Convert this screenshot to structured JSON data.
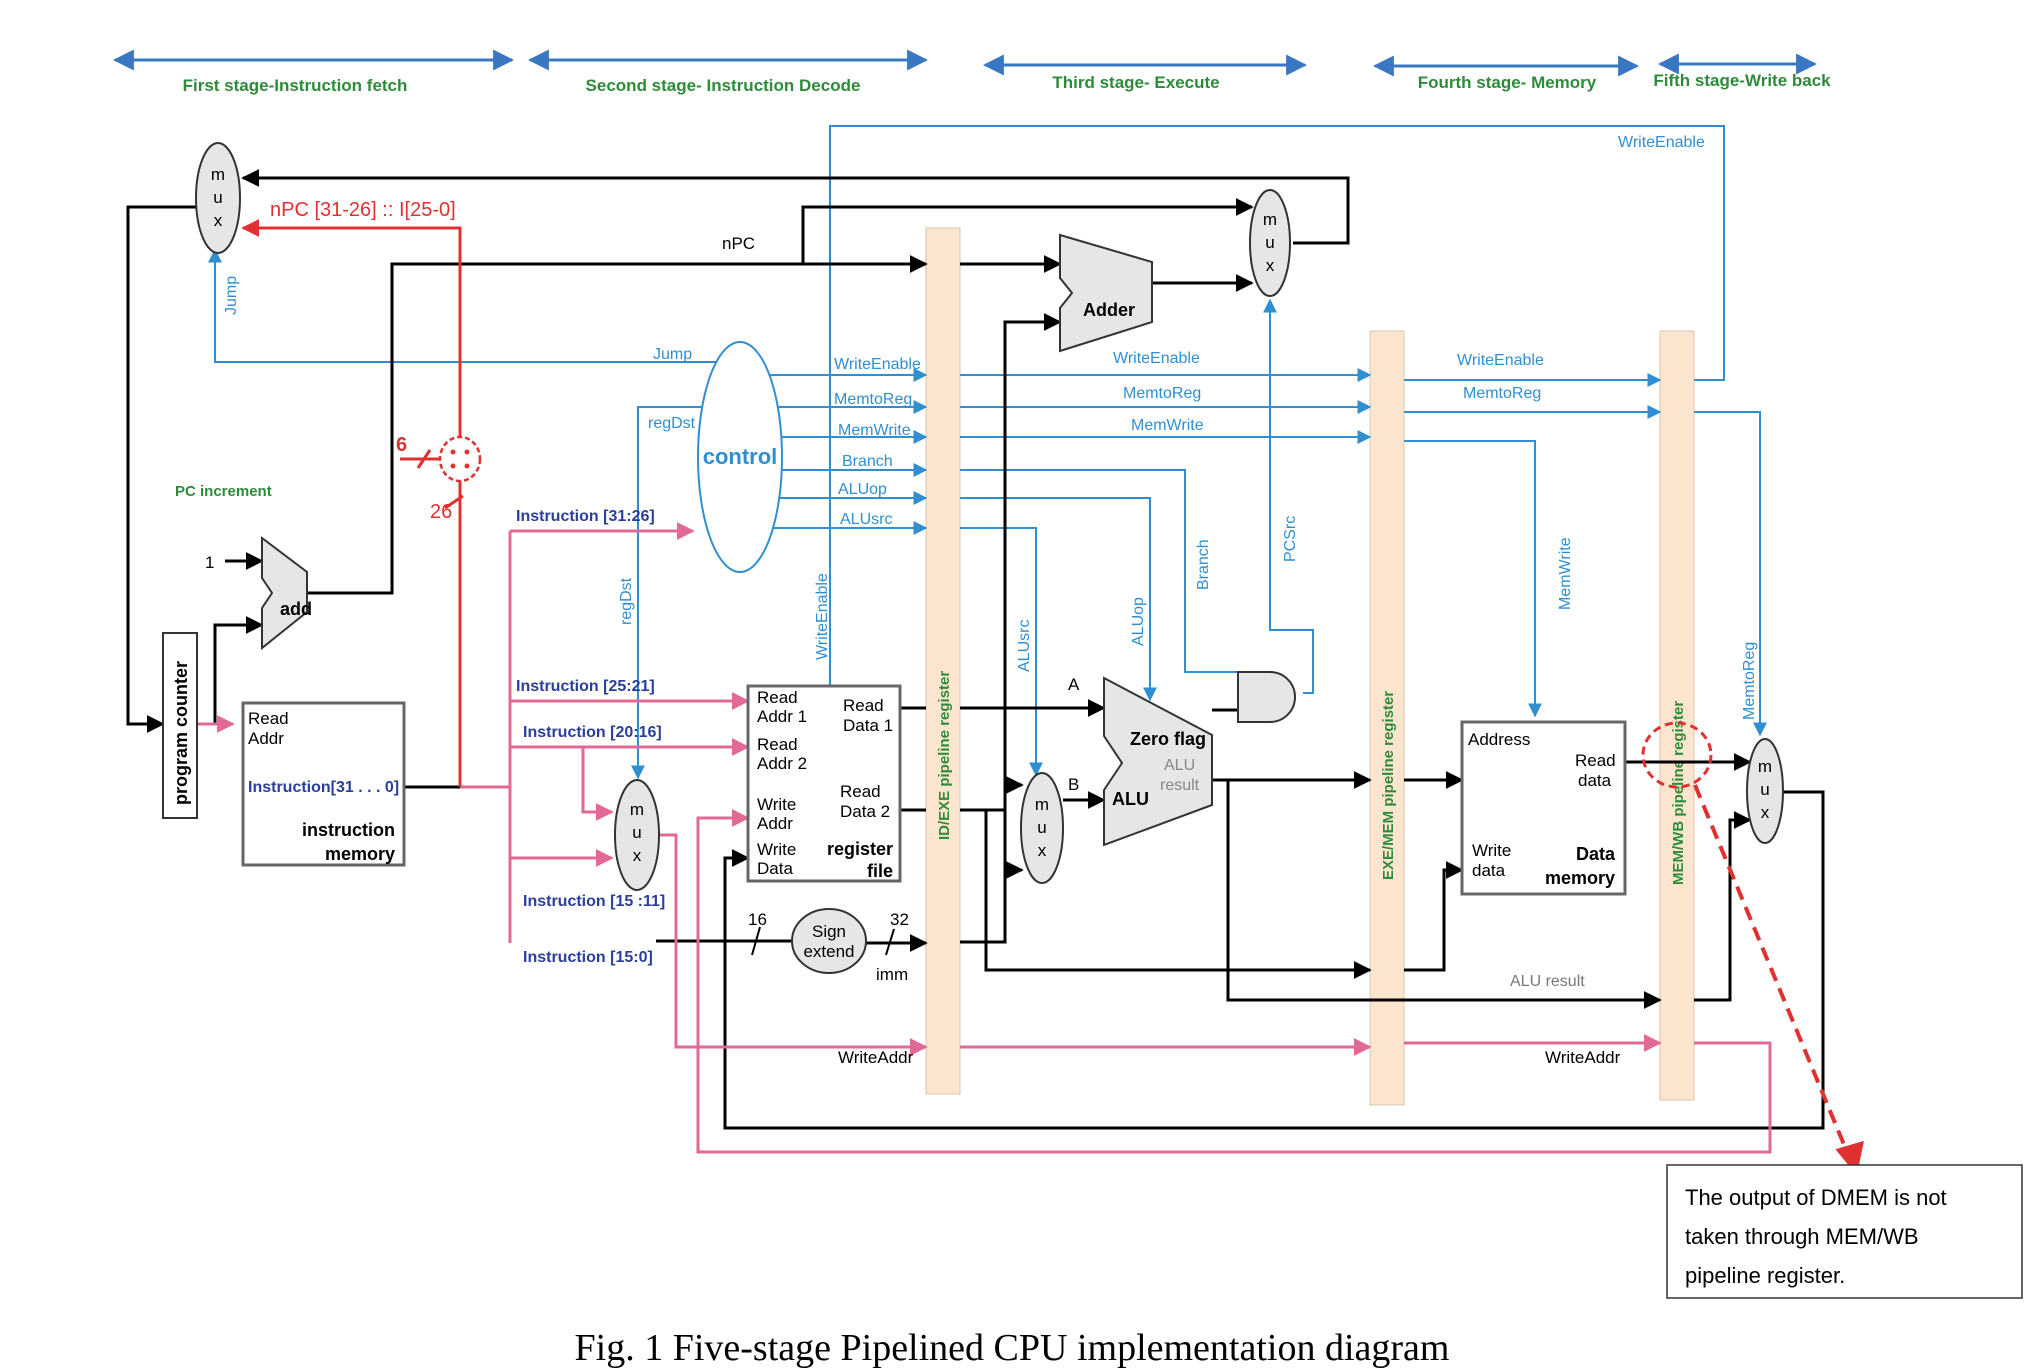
{
  "stages": {
    "fetch": "First stage-Instruction fetch",
    "decode": "Second stage- Instruction Decode",
    "execute": "Third stage- Execute",
    "memory": "Fourth stage- Memory",
    "writeback": "Fifth stage-Write back"
  },
  "blocks": {
    "pc": "program counter",
    "pc_increment": "PC increment",
    "add": "add",
    "one": "1",
    "imem_read_addr_1": "Read",
    "imem_read_addr_2": "Addr",
    "imem_instr": "Instruction[31 . . . 0]",
    "imem_title_1": "instruction",
    "imem_title_2": "memory",
    "control": "control",
    "rf_read_addr1_a": "Read",
    "rf_read_addr1_b": "Addr 1",
    "rf_read_addr2_a": "Read",
    "rf_read_addr2_b": "Addr 2",
    "rf_write_addr_a": "Write",
    "rf_write_addr_b": "Addr",
    "rf_write_data_a": "Write",
    "rf_write_data_b": "Data",
    "rf_read_data1_a": "Read",
    "rf_read_data1_b": "Data 1",
    "rf_read_data2_a": "Read",
    "rf_read_data2_b": "Data 2",
    "rf_title_1": "register",
    "rf_title_2": "file",
    "sign_1": "Sign",
    "sign_2": "extend",
    "bits16": "16",
    "bits32": "32",
    "imm": "imm",
    "adder": "Adder",
    "alu": "ALU",
    "zero_flag": "Zero flag",
    "alu_result_1": "ALU",
    "alu_result_2": "result",
    "in_a": "A",
    "in_b": "B",
    "dm_address": "Address",
    "dm_read_1": "Read",
    "dm_read_2": "data",
    "dm_write_1": "Write",
    "dm_write_2": "data",
    "dm_title_1": "Data",
    "dm_title_2": "memory",
    "mux_m": "m",
    "mux_u": "u",
    "mux_x": "x",
    "npc": "nPC",
    "jump_addr": "nPC [31-26] :: I[25-0]",
    "six": "6",
    "twentysix": "26"
  },
  "pipeline_registers": {
    "id_exe": "ID/EXE pipeline register",
    "exe_mem": "EXE/MEM pipeline register",
    "mem_wb": "MEM/WB pipeline register"
  },
  "instruction_fields": {
    "op": "Instruction [31:26]",
    "rs": "Instruction [25:21]",
    "rt": "Instruction [20:16]",
    "rd": "Instruction [15 :11]",
    "imm": "Instruction [15:0]"
  },
  "signals": {
    "jump": "Jump",
    "jump_v": "Jump",
    "regdst": "regDst",
    "regdst_v": "regDst",
    "write_enable": "WriteEnable",
    "memtoreg": "MemtoReg",
    "memwrite": "MemWrite",
    "branch": "Branch",
    "aluop": "ALUop",
    "alusrc": "ALUsrc",
    "writeenable_v": "WriteEnable",
    "alusrc_v": "ALUsrc",
    "aluop_v": "ALUop",
    "branch_v": "Branch",
    "pcsrc_v": "PCSrc",
    "memwrite_v": "MemWrite",
    "memtoreg_v": "MemtoReg",
    "we_exe": "WriteEnable",
    "mtr_exe": "MemtoReg",
    "mw_exe": "MemWrite",
    "we_mem": "WriteEnable",
    "mtr_mem": "MemtoReg",
    "we_top": "WriteEnable",
    "alu_result_mem": "ALU result",
    "writeaddr_id": "WriteAddr",
    "writeaddr_mem": "WriteAddr"
  },
  "annotation": {
    "line1": "The output of DMEM is not",
    "line2": "taken through MEM/WB",
    "line3": "pipeline register."
  },
  "caption": "Fig. 1 Five-stage Pipelined CPU implementation diagram",
  "colors": {
    "stage_green": "#2e8b3a",
    "signal_blue": "#2f8fd0",
    "arrow_blue": "#3a77c2",
    "instr_pink": "#e06a95",
    "jump_red": "#e03030",
    "pipeline_fill": "#fbe5cf",
    "block_gray": "#e6e6e6"
  }
}
